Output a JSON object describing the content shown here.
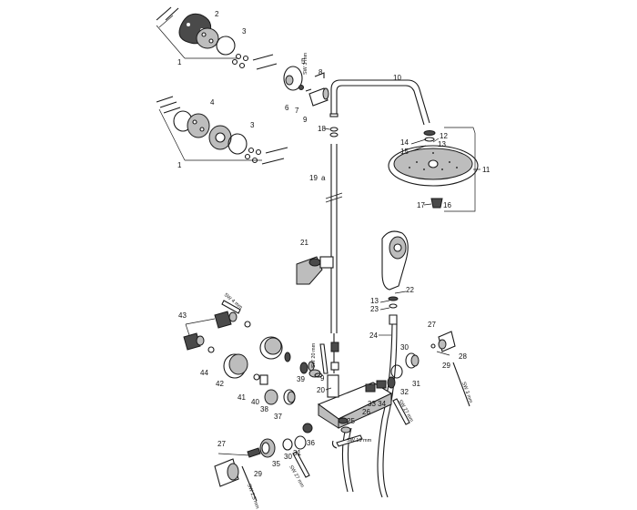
{
  "labels": {
    "n1": "1",
    "n2": "2",
    "n3": "3",
    "n4": "4",
    "n5": "5",
    "n6": "6",
    "n7": "7",
    "n8": "8",
    "n9": "9",
    "n10": "10",
    "n11": "11",
    "n12": "12",
    "n13": "13",
    "n14": "14",
    "n15": "15",
    "n16": "16",
    "n17": "17",
    "n18": "18",
    "n19": "19",
    "n19a": "a",
    "n20": "20",
    "n21": "21",
    "n22": "22",
    "n23": "23",
    "n24": "24",
    "n25": "25",
    "n26": "26",
    "n27": "27",
    "n28": "28",
    "n29": "29",
    "n30": "30",
    "n31": "31",
    "n32": "32",
    "n33_34": "33 34",
    "n35": "35",
    "n36": "36",
    "n37": "37",
    "n38": "38",
    "n39": "39",
    "n40": "40",
    "n41": "41",
    "n42": "42",
    "n43": "43",
    "n44": "44"
  },
  "tool_labels": {
    "sw3mm": "SW 3 mm",
    "sw2_5mm": "SW 2,5 mm",
    "sw4mm": "SW 4 mm",
    "sw20mm": "SW 20 mm",
    "sw19mm": "SW 19 mm",
    "sw27mm": "SW 27 mm"
  }
}
